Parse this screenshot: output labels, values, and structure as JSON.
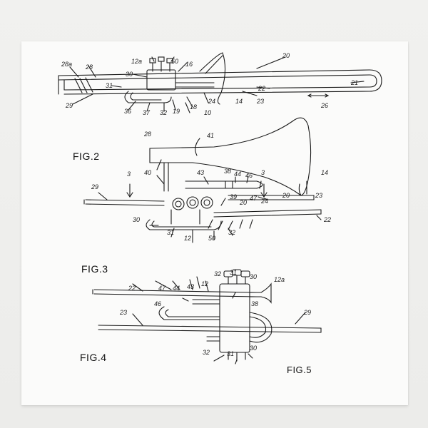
{
  "figures": {
    "fig2": "FIG.2",
    "fig3": "FIG.3",
    "fig4": "FIG.4",
    "fig5": "FIG.5"
  },
  "labels": {
    "l28a": "28a",
    "l28": "28",
    "l30a": "30",
    "l12a": "12a",
    "l50a": "50",
    "l16": "16",
    "l20a": "20",
    "l31a": "31",
    "l22a": "22",
    "l21": "21",
    "l29a": "29",
    "l36": "36",
    "l37": "37",
    "l32a": "32",
    "l19": "19",
    "l18": "18",
    "l10": "10",
    "l24a": "24",
    "l14a": "14",
    "l23a": "23",
    "l26": "26",
    "l28b": "28",
    "l41": "41",
    "l3a": "3",
    "l40": "40",
    "l43a": "43",
    "l38a": "38",
    "l44a": "44",
    "l46a": "46",
    "l3b": "3",
    "l14b": "14",
    "l29b": "29",
    "l39": "39",
    "l47a": "47",
    "l24b": "24",
    "l20b": "20",
    "l20c": "20",
    "l23b": "23",
    "l30b": "30",
    "l31b": "31",
    "l12b": "12",
    "l50b": "50",
    "l32b": "32",
    "l22b": "22",
    "l32c": "32",
    "l31c": "31",
    "l30c": "30",
    "l12c": "12a",
    "l22c": "22",
    "l47b": "47",
    "l44b": "44",
    "l43b": "43",
    "l12d": "12",
    "l46b": "46",
    "l38b": "38",
    "l23c": "23",
    "l29c": "29",
    "l32d": "32",
    "l31d": "31",
    "l30d": "30"
  }
}
